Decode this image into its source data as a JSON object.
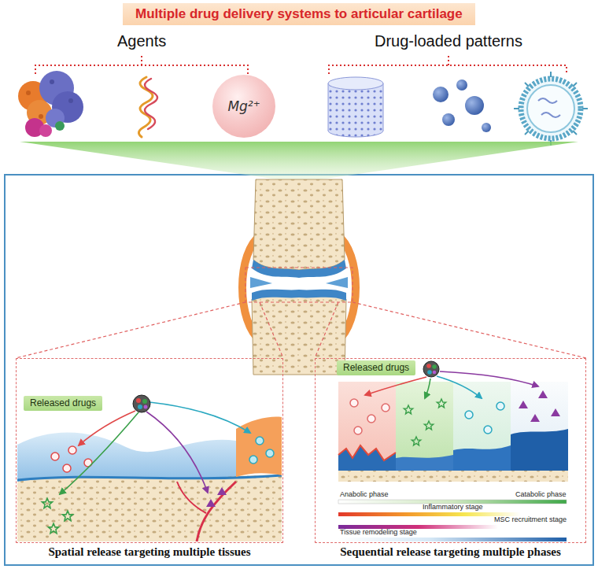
{
  "diagram": {
    "title": "Multiple drug delivery systems to articular cartilage",
    "nodes": [
      {
        "text": [
          "Mg²⁺"
        ]
      },
      {
        "text": [
          "Spatial release targeting multiple tissues"
        ]
      },
      {
        "text": [
          "Released drugs"
        ],
        "in": 1
      },
      {
        "text": [
          "Sequential release targeting multiple phases"
        ]
      },
      {
        "text": [
          "Released drugs"
        ],
        "in": 3
      }
    ],
    "labels": [
      "Agents",
      "Drug-loaded patterns",
      "Anabolic phase",
      "Catabolic phase",
      "Inflammatory stage",
      "MSC recruitment stage",
      "Tissue remodeling stage"
    ]
  }
}
